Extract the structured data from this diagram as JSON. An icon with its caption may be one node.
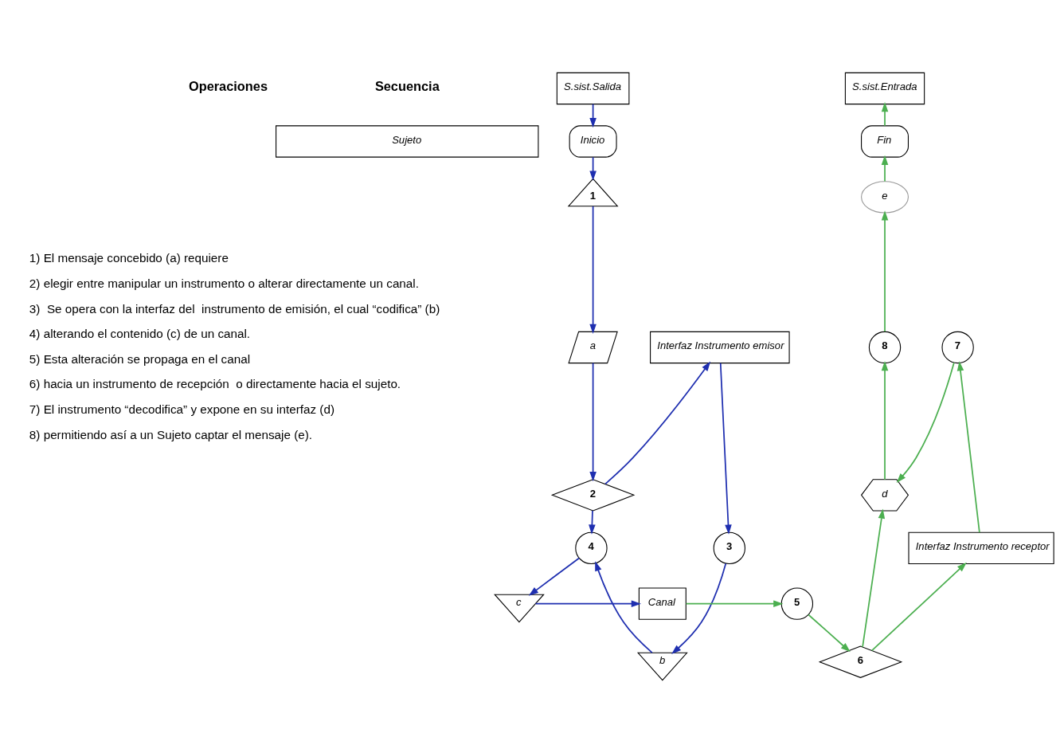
{
  "diagram": {
    "nodes": [
      {
        "text": [
          "Sujeto"
        ]
      },
      {
        "text": [
          "S.sist.Salida"
        ]
      },
      {
        "text": [
          "S.sist.Entrada"
        ]
      },
      {
        "text": [
          "Inicio"
        ]
      },
      {
        "text": [
          "Fin"
        ]
      },
      {
        "text": [
          "e"
        ]
      },
      {
        "text": [
          "1"
        ]
      },
      {
        "text": [
          "8"
        ]
      },
      {
        "text": [
          "a"
        ]
      },
      {
        "text": [
          "d"
        ]
      },
      {
        "text": [
          "7"
        ]
      },
      {
        "text": [
          "2"
        ]
      },
      {
        "text": [
          "Interfaz Instrumento emisor"
        ]
      },
      {
        "text": [
          "Interfaz Instrumento receptor"
        ]
      },
      {
        "text": [
          "3"
        ]
      },
      {
        "text": [
          "6"
        ]
      },
      {
        "text": [
          "b"
        ]
      },
      {
        "text": [
          "4"
        ]
      },
      {
        "text": [
          "c"
        ]
      },
      {
        "text": [
          "Canal"
        ]
      },
      {
        "text": [
          "5"
        ]
      }
    ],
    "edges": [
      {
        "from": 1,
        "to": 3,
        "arrow": "to"
      },
      {
        "from": 3,
        "to": 6,
        "arrow": "to"
      },
      {
        "from": 6,
        "to": 8,
        "arrow": "to"
      },
      {
        "from": 8,
        "to": 11,
        "arrow": "to"
      },
      {
        "from": 11,
        "to": 12,
        "arrow": "to"
      },
      {
        "from": 11,
        "to": 17,
        "arrow": "to"
      },
      {
        "from": 12,
        "to": 14,
        "arrow": "to"
      },
      {
        "from": 14,
        "to": 16,
        "arrow": "to"
      },
      {
        "from": 16,
        "to": 17,
        "arrow": "to"
      },
      {
        "from": 17,
        "to": 18,
        "arrow": "to"
      },
      {
        "from": 18,
        "to": 19,
        "arrow": "to"
      },
      {
        "from": 19,
        "to": 20,
        "arrow": "to",
        "color": "#4caf50"
      },
      {
        "from": 20,
        "to": 15,
        "arrow": "to",
        "color": "#4caf50"
      },
      {
        "from": 15,
        "to": 13,
        "arrow": "to",
        "color": "#4caf50"
      },
      {
        "from": 15,
        "to": 9,
        "arrow": "to",
        "color": "#4caf50"
      },
      {
        "from": 13,
        "to": 10,
        "arrow": "to",
        "color": "#4caf50"
      },
      {
        "from": 10,
        "to": 9,
        "arrow": "to",
        "color": "#4caf50"
      },
      {
        "from": 9,
        "to": 7,
        "arrow": "to",
        "color": "#4caf50"
      },
      {
        "from": 7,
        "to": 5,
        "arrow": "to",
        "color": "#4caf50"
      },
      {
        "from": 5,
        "to": 4,
        "arrow": "to",
        "color": "#4caf50"
      },
      {
        "from": 4,
        "to": 2,
        "arrow": "to",
        "color": "#4caf50"
      }
    ],
    "labels": [
      "Secuencia",
      "Operaciones",
      "1) El mensaje concebido (a) requiere",
      "2) elegir entre manipular un instrumento o alterar directamente un canal.",
      "3)  Se opera con la interfaz del  instrumento de emisión, el cual “codifica” (b)",
      "4) alterando el contenido (c) de un canal.",
      "5) Esta alteración se propaga en el canal",
      "6) hacia un instrumento de recepción  o directamente hacia el sujeto.",
      "7) El instrumento “decodifica” y expone en su interfaz (d)",
      "8) permitiendo así a un Sujeto captar el mensaje (e)."
    ]
  }
}
